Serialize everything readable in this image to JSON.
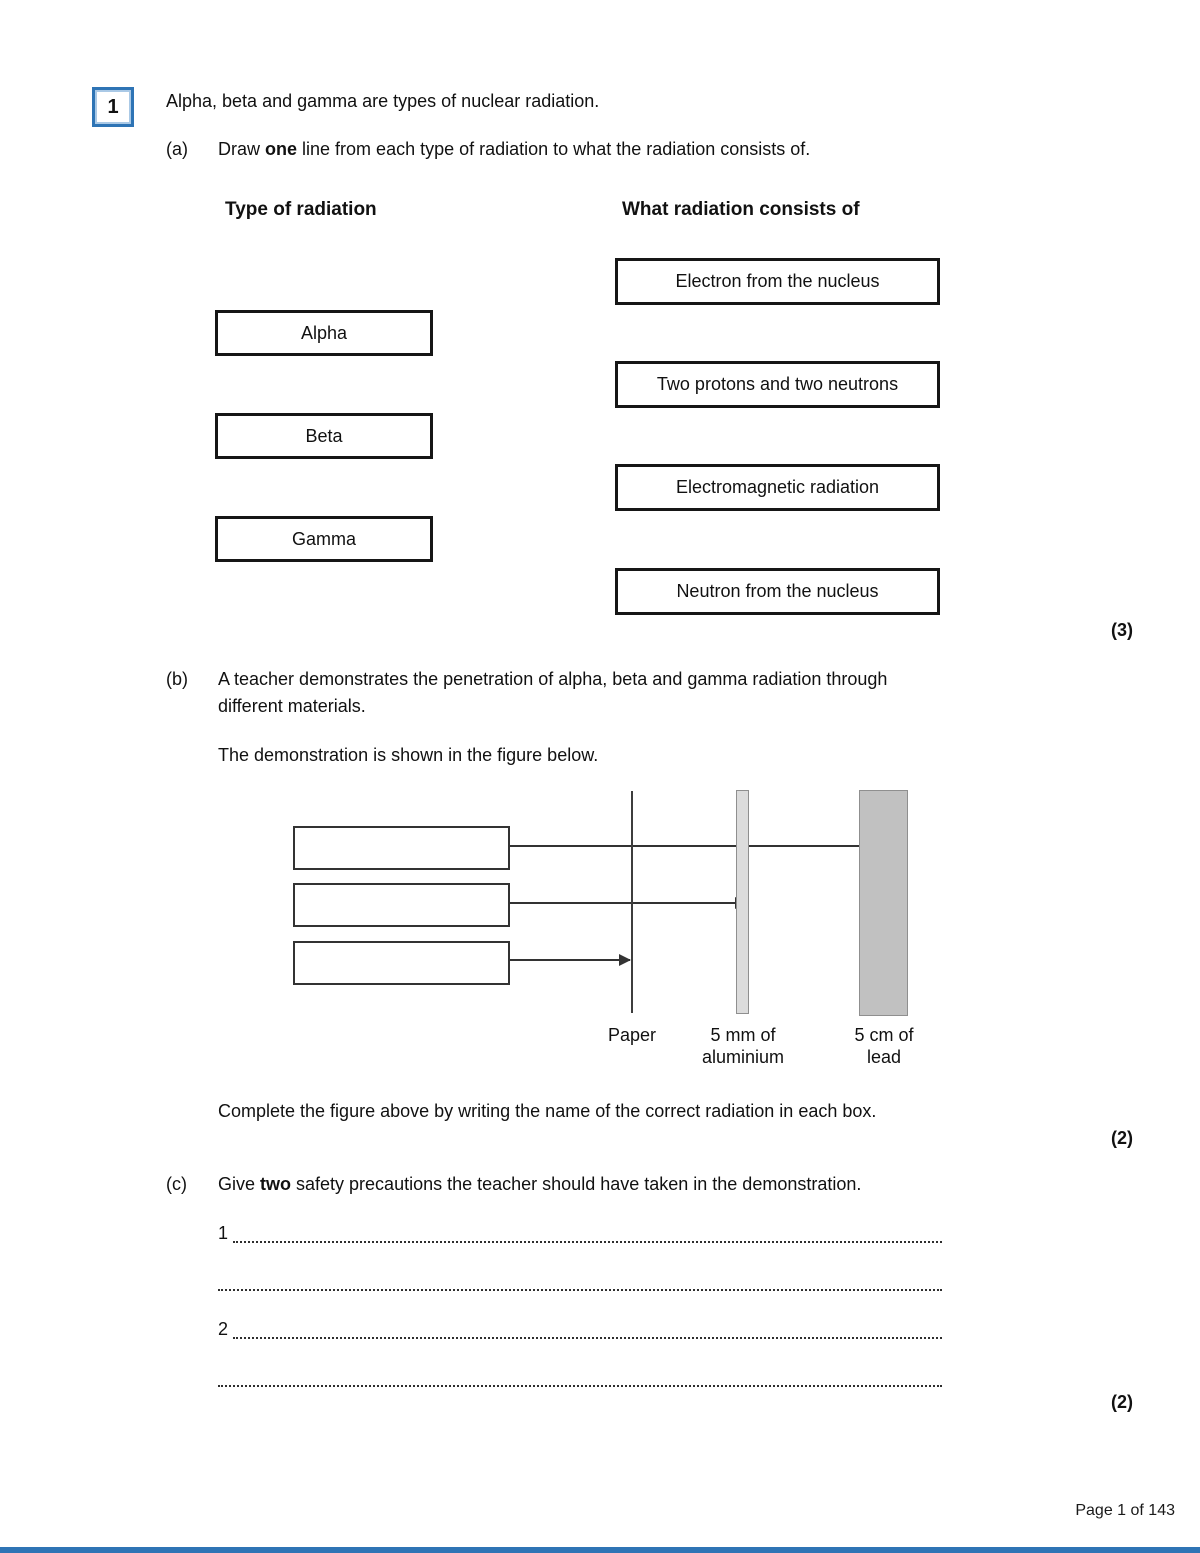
{
  "page": {
    "question_number": "1",
    "intro": "Alpha, beta and gamma are types of nuclear radiation.",
    "footer_page_label": "Page 1 of 143",
    "colors": {
      "accent": "#2E74B5",
      "aluminium_fill": "#DCDCDC",
      "lead_fill": "#C1C1C1",
      "line": "#333333"
    }
  },
  "part_a": {
    "label": "(a)",
    "prompt_prefix": "Draw ",
    "prompt_bold": "one",
    "prompt_suffix": " line from each type of radiation to what the radiation consists of.",
    "left_header": "Type of radiation",
    "right_header": "What radiation consists of",
    "left_options": [
      "Alpha",
      "Beta",
      "Gamma"
    ],
    "right_options": [
      "Electron from the nucleus",
      "Two protons and two neutrons",
      "Electromagnetic radiation",
      "Neutron from the nucleus"
    ],
    "marks": "(3)"
  },
  "part_b": {
    "label": "(b)",
    "text_line1": "A teacher demonstrates the penetration of alpha, beta and gamma radiation through",
    "text_line2": "different materials.",
    "text_line3": "The demonstration is shown in the figure below.",
    "figure": {
      "paper_label": "Paper",
      "aluminium_label": "5 mm of\naluminium",
      "lead_label": "5 cm of\nlead",
      "empty_source_box_count": "3"
    },
    "instruction": "Complete the figure above by writing the name of the correct radiation in each box.",
    "marks": "(2)"
  },
  "part_c": {
    "label": "(c)",
    "prompt_prefix": "Give ",
    "prompt_bold": "two",
    "prompt_suffix": " safety precautions the teacher should have taken in the demonstration.",
    "line1_number": "1",
    "line2_number": "2",
    "marks": "(2)"
  }
}
